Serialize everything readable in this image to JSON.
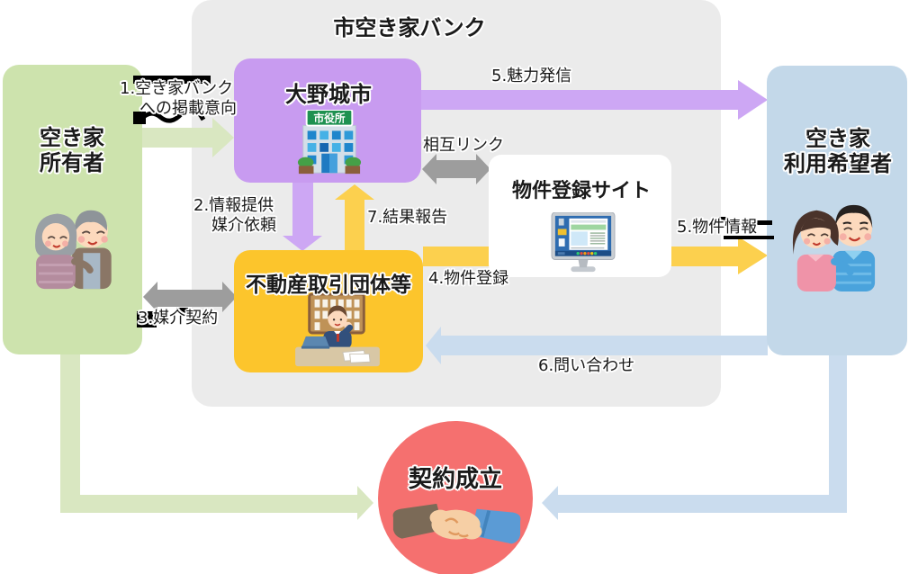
{
  "title": "市空き家バンク",
  "boxes": {
    "owner": {
      "line1": "空き家",
      "line2": "所有者"
    },
    "city": {
      "label": "大野城市"
    },
    "realtor": {
      "label": "不動産取引団体等"
    },
    "site": {
      "label": "物件登録サイト"
    },
    "seeker": {
      "line1": "空き家",
      "line2": "利用希望者"
    },
    "contract": {
      "label": "契約成立"
    }
  },
  "arrows": {
    "listing_intent": {
      "line1": "1.空き家バンク",
      "line2": "への掲載意向"
    },
    "info_mediation": {
      "line1": "2.情報提供",
      "line2": "媒介依頼"
    },
    "mediation_contract": {
      "label": "3.媒介契約"
    },
    "property_register": {
      "label": "4.物件登録"
    },
    "appeal": {
      "label": "5.魅力発信"
    },
    "property_info": {
      "label": "5.物件情報"
    },
    "inquiry": {
      "label": "6.問い合わせ"
    },
    "report": {
      "label": "7.結果報告"
    },
    "mutual_link": {
      "label": "相互リンク"
    }
  },
  "icons": {
    "city_hall_sign": "市役所",
    "city_hall": "city-hall-building-icon",
    "site_monitor": "computer-monitor-icon",
    "owner_couple": "elderly-couple-illustration",
    "seeker_couple": "young-couple-illustration",
    "realtor_agent": "real-estate-agent-illustration",
    "handshake": "handshake-illustration"
  },
  "colors": {
    "bank_bg": "#ebebeb",
    "owner_green": "#cde3ad",
    "green_arrow": "#d9e7c1",
    "city_purple": "#c89bf0",
    "purple_arrow": "#cda7f4",
    "realtor_yellow": "#fcc52c",
    "yellow_arrow": "#fcd04e",
    "seeker_blue": "#c3d8e9",
    "blue_arrow": "#cadcee",
    "gray_arrow": "#9d9d9d",
    "contract_red": "#f5706f",
    "sign_green": "#1e9150"
  }
}
